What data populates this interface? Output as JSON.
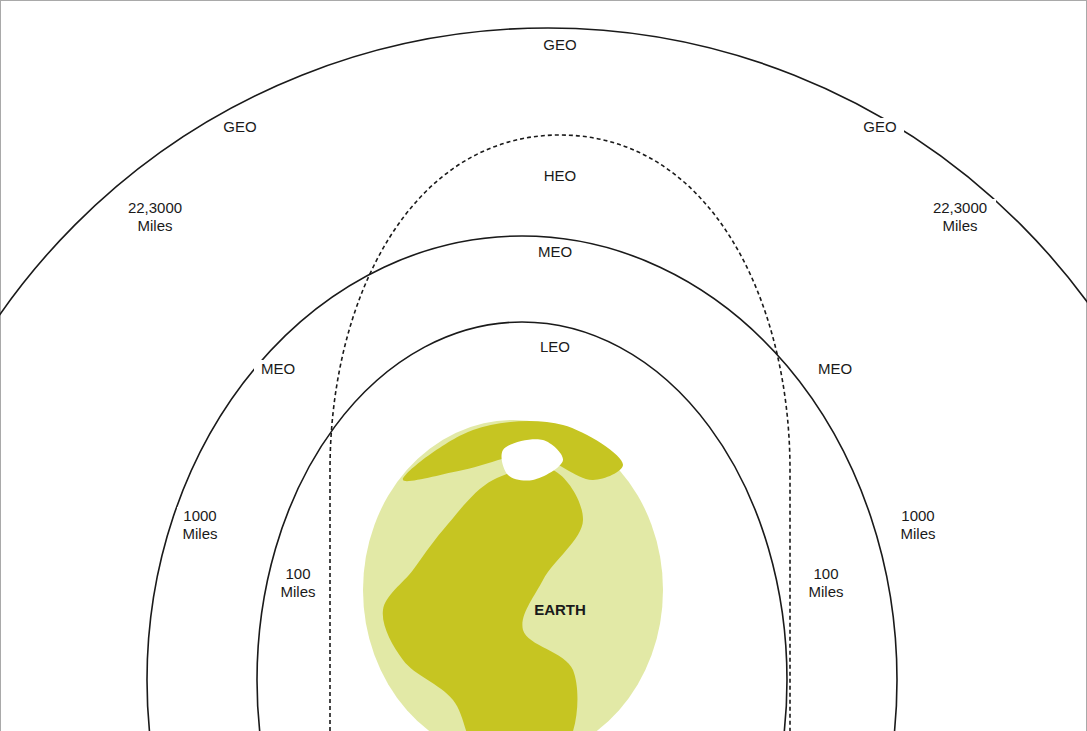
{
  "diagram": {
    "nodes": [
      {
        "text": [
          "EARTH"
        ]
      }
    ],
    "labels": [
      "GEO",
      "GEO",
      "GEO",
      "22,3000 Miles",
      "22,3000 Miles",
      "HEO",
      "MEO",
      "LEO",
      "MEO",
      "MEO",
      "1000 Miles",
      "1000 Miles",
      "100 Miles",
      "100 Miles"
    ]
  }
}
